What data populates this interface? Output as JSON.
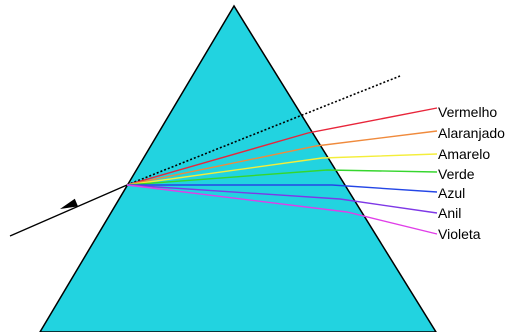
{
  "colors": {
    "prism_fill": "#22d3e0",
    "prism_stroke": "#000000",
    "incident_ray": "#000000",
    "undeviated_path": "#000000"
  },
  "spectrum": [
    {
      "label": "Vermelho",
      "color": "#e8253a"
    },
    {
      "label": "Alaranjado",
      "color": "#f08a3c"
    },
    {
      "label": "Amarelo",
      "color": "#f4ee3a"
    },
    {
      "label": "Verde",
      "color": "#36d62e"
    },
    {
      "label": "Azul",
      "color": "#2446e6"
    },
    {
      "label": "Anil",
      "color": "#7e38e6"
    },
    {
      "label": "Violeta",
      "color": "#e03ee8"
    }
  ]
}
